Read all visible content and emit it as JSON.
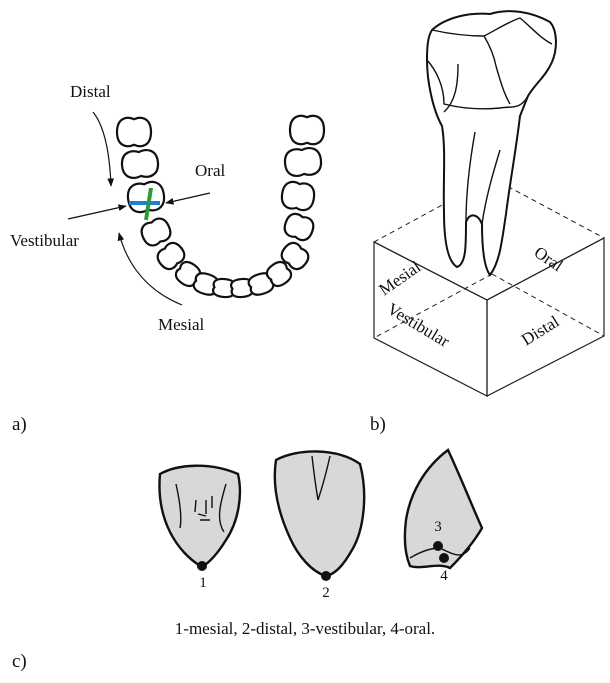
{
  "panel_a": {
    "label": "a)",
    "labels": {
      "distal": "Distal",
      "oral": "Oral",
      "vestibular": "Vestibular",
      "mesial": "Mesial"
    },
    "colors": {
      "mesiodistal_axis": "#1f7fd0",
      "vestibulo_oral_axis": "#2a9a3a"
    }
  },
  "panel_b": {
    "label": "b)",
    "labels": {
      "mesial": "Mesial",
      "oral": "Oral",
      "vestibular": "Vestibular",
      "distal": "Distal"
    }
  },
  "panel_c": {
    "label": "c)",
    "points": [
      "1",
      "2",
      "3",
      "4"
    ],
    "caption": "1-mesial, 2-distal, 3-vestibular, 4-oral.",
    "colors": {
      "crown_fill": "#d8d8d8"
    }
  }
}
